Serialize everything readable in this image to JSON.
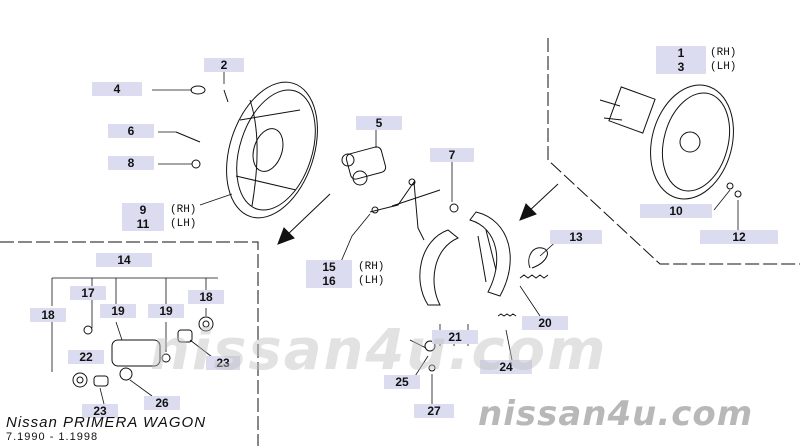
{
  "title": "Nissan PRIMERA WAGON",
  "subtitle": "7.1990 - 1.1998",
  "watermark": "nissan4u.com",
  "colors": {
    "label_bg": "#dcdcf0",
    "line": "#111111",
    "watermark": "#b8b8b8"
  },
  "callouts": [
    {
      "id": "c1",
      "text": "1",
      "suffix": "(RH)"
    },
    {
      "id": "c3",
      "text": "3",
      "suffix": "(LH)"
    },
    {
      "id": "c2",
      "text": "2"
    },
    {
      "id": "c4",
      "text": "4"
    },
    {
      "id": "c5",
      "text": "5"
    },
    {
      "id": "c6",
      "text": "6"
    },
    {
      "id": "c7",
      "text": "7"
    },
    {
      "id": "c8",
      "text": "8"
    },
    {
      "id": "c9",
      "text": "9",
      "suffix": "(RH)"
    },
    {
      "id": "c11",
      "text": "11",
      "suffix": "(LH)"
    },
    {
      "id": "c10",
      "text": "10"
    },
    {
      "id": "c12",
      "text": "12"
    },
    {
      "id": "c13",
      "text": "13"
    },
    {
      "id": "c14",
      "text": "14"
    },
    {
      "id": "c15",
      "text": "15",
      "suffix": "(RH)"
    },
    {
      "id": "c16",
      "text": "16",
      "suffix": "(LH)"
    },
    {
      "id": "c17",
      "text": "17"
    },
    {
      "id": "c18a",
      "text": "18"
    },
    {
      "id": "c18b",
      "text": "18"
    },
    {
      "id": "c19a",
      "text": "19"
    },
    {
      "id": "c19b",
      "text": "19"
    },
    {
      "id": "c20",
      "text": "20"
    },
    {
      "id": "c21",
      "text": "21"
    },
    {
      "id": "c22",
      "text": "22"
    },
    {
      "id": "c23a",
      "text": "23"
    },
    {
      "id": "c23b",
      "text": "23"
    },
    {
      "id": "c24",
      "text": "24"
    },
    {
      "id": "c25",
      "text": "25"
    },
    {
      "id": "c26",
      "text": "26"
    },
    {
      "id": "c27",
      "text": "27"
    }
  ]
}
